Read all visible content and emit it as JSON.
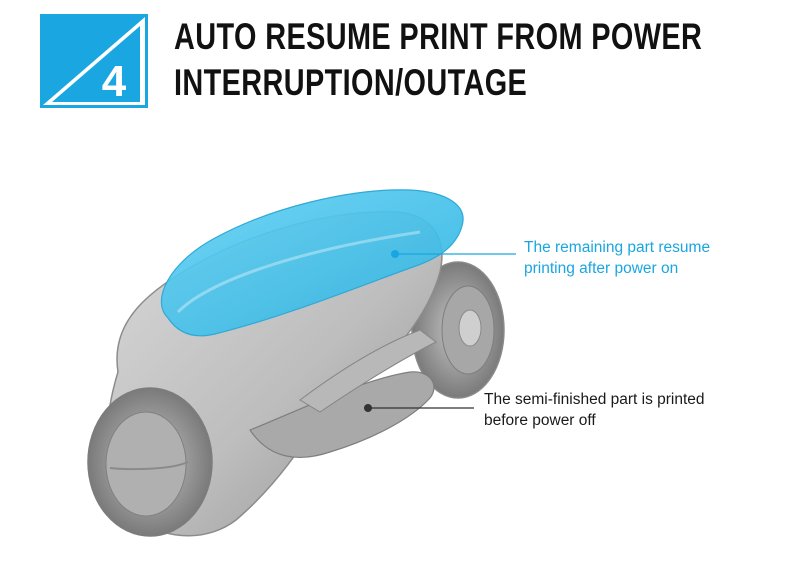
{
  "badge": {
    "number": "4",
    "color": "#1aa6e0"
  },
  "title": {
    "line1": "AUTO RESUME PRINT FROM POWER",
    "line2": "INTERRUPTION/OUTAGE"
  },
  "illustration": {
    "icon": "3d-printed-vehicle-model",
    "resin_color": "#3fc1ec"
  },
  "callouts": {
    "resumed": {
      "line1": "The remaining part resume",
      "line2": "printing after power on",
      "color": "#1aa6e0"
    },
    "printed": {
      "line1": "The semi-finished part is printed",
      "line2": "before power off",
      "color": "#1a1a1a"
    }
  }
}
